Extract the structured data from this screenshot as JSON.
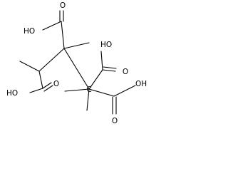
{
  "molecule": {
    "atoms": [
      {
        "id": "o-top-a",
        "text": "O"
      },
      {
        "id": "oh-top-left",
        "text": "HO"
      },
      {
        "id": "oh-top-right",
        "text": "HO"
      },
      {
        "id": "o-mid-right",
        "text": "O"
      },
      {
        "id": "oh-bottom-left",
        "text": "HO"
      },
      {
        "id": "o-bottom-left",
        "text": "O"
      },
      {
        "id": "o-bottom-right",
        "text": "O"
      },
      {
        "id": "oh-bottom-right",
        "text": "OH"
      },
      {
        "id": "carbon-center",
        "text": "C"
      }
    ]
  }
}
